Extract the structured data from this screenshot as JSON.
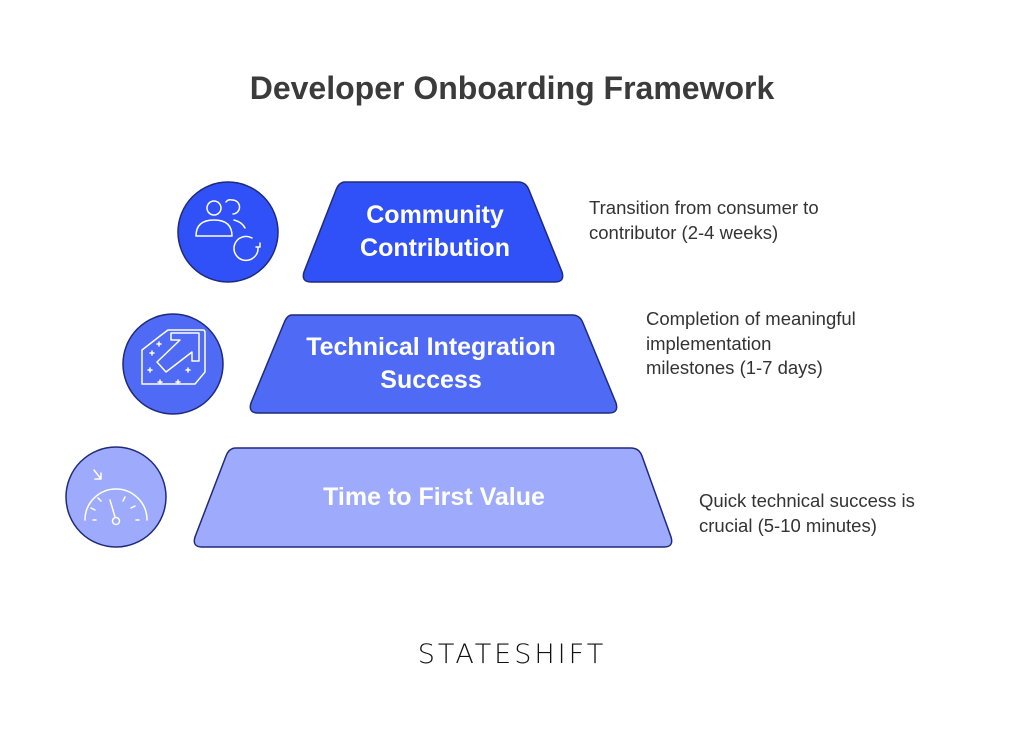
{
  "title": "Developer Onboarding Framework",
  "levels": [
    {
      "label": "Community Contribution",
      "description": "Transition from consumer to contributor (2-4 weeks)",
      "icon": "community-refresh-icon",
      "color": "#3050f8"
    },
    {
      "label": "Technical Integration Success",
      "description": "Completion of meaningful implementation milestones (1-7 days)",
      "icon": "arrow-upgrade-icon",
      "color": "#4f6bf6"
    },
    {
      "label": "Time to First Value",
      "description": "Quick technical success is crucial (5-10 minutes)",
      "icon": "speedometer-icon",
      "color": "#9eabfc"
    }
  ],
  "logo": "STATESHIFT",
  "colors": {
    "border": "#1f2a7a",
    "text": "#333333"
  }
}
